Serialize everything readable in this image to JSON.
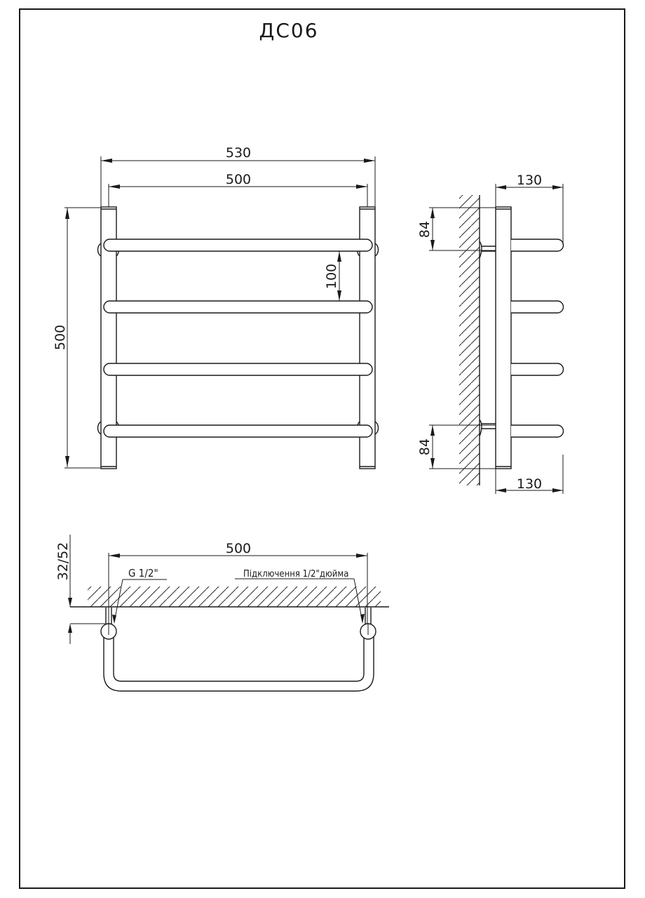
{
  "title": "ДС06",
  "front_view": {
    "overall_width": "530",
    "center_distance_width": "500",
    "height": "500",
    "bar_spacing": "100",
    "bar_count": 4
  },
  "side_view": {
    "depth_top": "130",
    "depth_bottom": "130",
    "mount_offset_top": "84",
    "mount_offset_bottom": "84"
  },
  "top_view": {
    "width": "500",
    "wall_gap": "32/52",
    "thread_label": "G 1/2\"",
    "connection_label": "Підключення 1/2\"дюйма"
  },
  "colors": {
    "line": "#1a1a1a",
    "background": "#ffffff"
  }
}
